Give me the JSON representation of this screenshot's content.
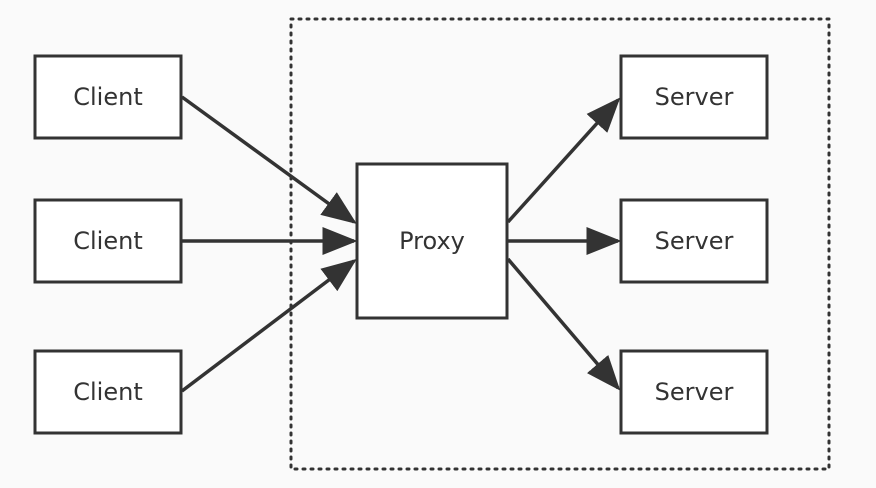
{
  "colors": {
    "background": "#fafafa",
    "box_fill": "#ffffff",
    "stroke": "#333333",
    "text": "#333333"
  },
  "group": {
    "border_style": "dotted"
  },
  "nodes": {
    "client_1": "Client",
    "client_2": "Client",
    "client_3": "Client",
    "proxy": "Proxy",
    "server_1": "Server",
    "server_2": "Server",
    "server_3": "Server"
  },
  "edges": [
    {
      "from": "client_1",
      "to": "proxy"
    },
    {
      "from": "client_2",
      "to": "proxy"
    },
    {
      "from": "client_3",
      "to": "proxy"
    },
    {
      "from": "proxy",
      "to": "server_1"
    },
    {
      "from": "proxy",
      "to": "server_2"
    },
    {
      "from": "proxy",
      "to": "server_3"
    }
  ]
}
